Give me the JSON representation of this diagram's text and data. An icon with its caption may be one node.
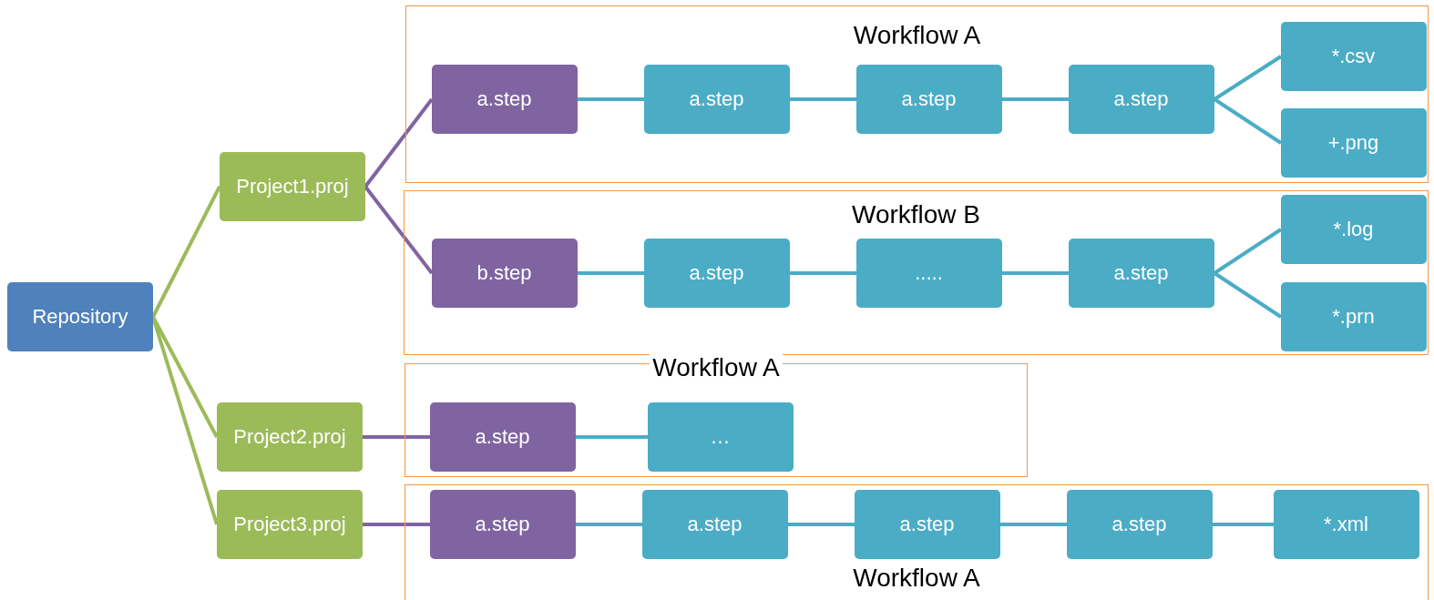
{
  "diagram": {
    "nodes": [
      {
        "text": [
          "Repository"
        ]
      },
      {
        "text": [
          "Project1.proj"
        ]
      },
      {
        "text": [
          "Project2.proj"
        ]
      },
      {
        "text": [
          "Project3.proj"
        ]
      },
      {
        "text": [
          "Workflow A"
        ]
      },
      {
        "text": [
          "a.step"
        ],
        "in": 4
      },
      {
        "text": [
          "a.step"
        ],
        "in": 4
      },
      {
        "text": [
          "a.step"
        ],
        "in": 4
      },
      {
        "text": [
          "a.step"
        ],
        "in": 4
      },
      {
        "text": [
          "*.csv"
        ],
        "in": 4
      },
      {
        "text": [
          "+.png"
        ],
        "in": 4
      },
      {
        "text": [
          "Workflow B"
        ]
      },
      {
        "text": [
          "b.step"
        ],
        "in": 11
      },
      {
        "text": [
          "a.step"
        ],
        "in": 11
      },
      {
        "text": [
          "....."
        ],
        "in": 11
      },
      {
        "text": [
          "a.step"
        ],
        "in": 11
      },
      {
        "text": [
          "*.log"
        ],
        "in": 11
      },
      {
        "text": [
          "*.prn"
        ],
        "in": 11
      },
      {
        "text": [
          "Workflow A"
        ]
      },
      {
        "text": [
          "a.step"
        ],
        "in": 18
      },
      {
        "text": [
          "…"
        ],
        "in": 18
      },
      {
        "text": [
          "Workflow A"
        ]
      },
      {
        "text": [
          "a.step"
        ],
        "in": 21
      },
      {
        "text": [
          "a.step"
        ],
        "in": 21
      },
      {
        "text": [
          "a.step"
        ],
        "in": 21
      },
      {
        "text": [
          "a.step"
        ],
        "in": 21
      },
      {
        "text": [
          "*.xml"
        ],
        "in": 21
      }
    ],
    "edges": [
      {
        "from": 0,
        "to": 1,
        "arrow": "none",
        "color": "#9bbb59"
      },
      {
        "from": 0,
        "to": 2,
        "arrow": "none",
        "color": "#9bbb59"
      },
      {
        "from": 0,
        "to": 3,
        "arrow": "none",
        "color": "#9bbb59"
      },
      {
        "from": 1,
        "to": 5,
        "arrow": "none",
        "color": "#8064a2"
      },
      {
        "from": 1,
        "to": 12,
        "arrow": "none",
        "color": "#8064a2"
      },
      {
        "from": 5,
        "to": 6,
        "arrow": "none"
      },
      {
        "from": 6,
        "to": 7,
        "arrow": "none"
      },
      {
        "from": 7,
        "to": 8,
        "arrow": "none"
      },
      {
        "from": 8,
        "to": 9,
        "arrow": "none"
      },
      {
        "from": 8,
        "to": 10,
        "arrow": "none"
      },
      {
        "from": 12,
        "to": 13,
        "arrow": "none"
      },
      {
        "from": 13,
        "to": 14,
        "arrow": "none"
      },
      {
        "from": 14,
        "to": 15,
        "arrow": "none"
      },
      {
        "from": 15,
        "to": 16,
        "arrow": "none"
      },
      {
        "from": 15,
        "to": 17,
        "arrow": "none"
      },
      {
        "from": 2,
        "to": 19,
        "arrow": "none",
        "color": "#8064a2"
      },
      {
        "from": 19,
        "to": 20,
        "arrow": "none"
      },
      {
        "from": 3,
        "to": 22,
        "arrow": "none",
        "color": "#8064a2"
      },
      {
        "from": 22,
        "to": 23,
        "arrow": "none"
      },
      {
        "from": 23,
        "to": 24,
        "arrow": "none"
      },
      {
        "from": 24,
        "to": 25,
        "arrow": "none"
      },
      {
        "from": 25,
        "to": 26,
        "arrow": "none"
      }
    ]
  }
}
